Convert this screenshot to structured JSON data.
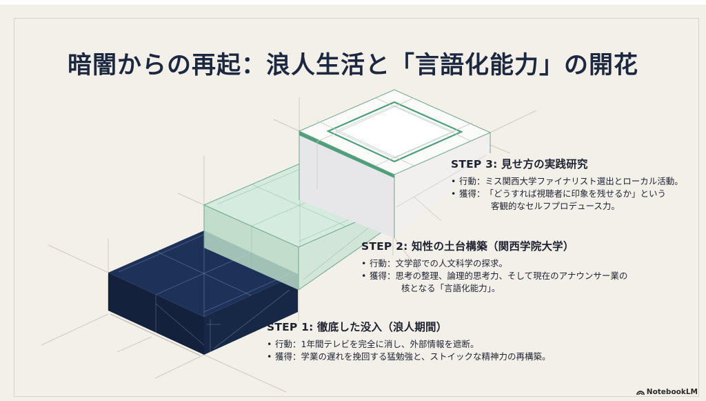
{
  "title": "暗闇からの再起：浪人生活と「言語化能力」の開花",
  "colors": {
    "background": "#f3f0e9",
    "title": "#1c2840",
    "step1_block": "#1b2b4d",
    "step2_block": "#cfe6d9",
    "step2_edge": "#6aa688",
    "step3_block": "#fbfbfa",
    "step3_accent": "#4e9f7b"
  },
  "steps": [
    {
      "heading": "STEP 3: 見せ方の実践研究",
      "bullets": [
        {
          "label": "行動：",
          "text": "ミス関西大学ファイナリスト選出とローカル活動。",
          "cont": ""
        },
        {
          "label": "獲得：",
          "text": "「どうすれば視聴者に印象を残せるか」という",
          "cont": "客観的なセルフプロデュース力。"
        }
      ]
    },
    {
      "heading": "STEP 2: 知性の土台構築（関西学院大学）",
      "bullets": [
        {
          "label": "行動：",
          "text": "文学部での人文科学の探求。",
          "cont": ""
        },
        {
          "label": "獲得：",
          "text": "思考の整理、論理的思考力、そして現在のアナウンサー業の",
          "cont": "核となる「言語化能力」。"
        }
      ]
    },
    {
      "heading": "STEP 1: 徹底した没入（浪人期間）",
      "bullets": [
        {
          "label": "行動：",
          "text": "1年間テレビを完全に消し、外部情報を遮断。",
          "cont": ""
        },
        {
          "label": "獲得：",
          "text": "学業の遅れを挽回する猛勉強と、ストイックな精神力の再構築。",
          "cont": ""
        }
      ]
    }
  ],
  "bullet_glyph": "•",
  "brand": {
    "icon": "notebooklm-logo-icon",
    "label": "NotebookLM"
  }
}
